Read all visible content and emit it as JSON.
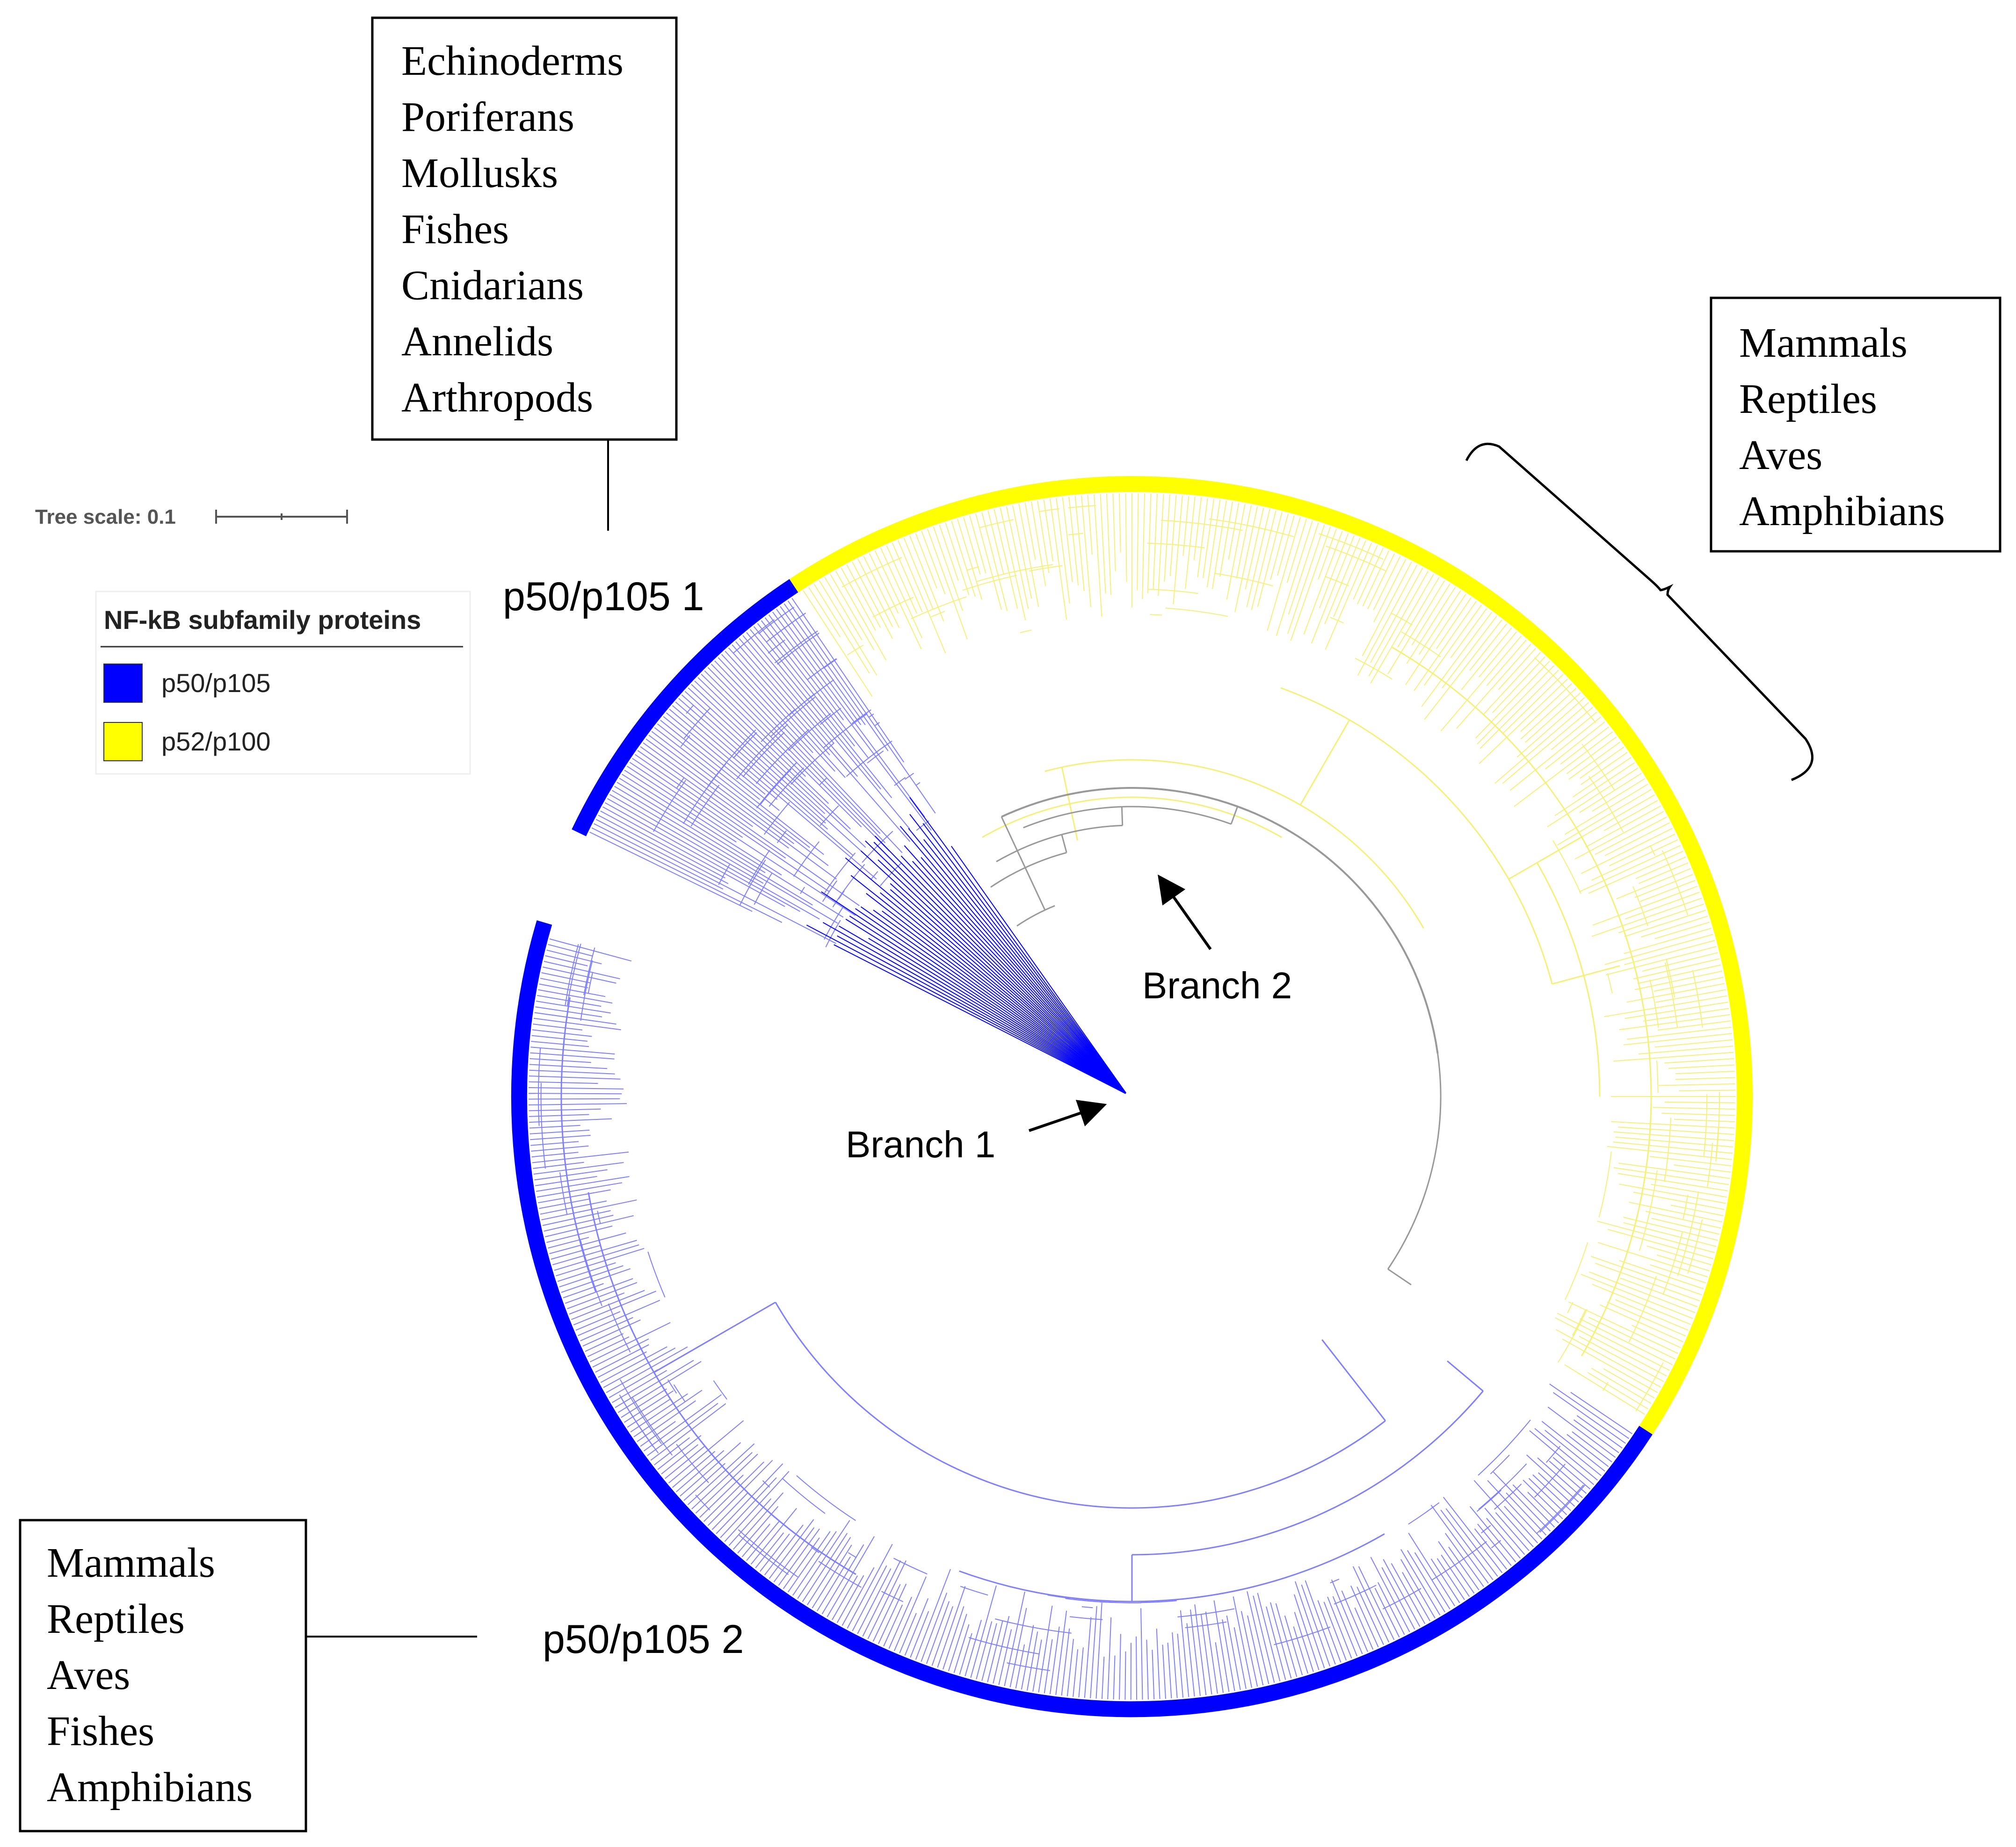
{
  "scale_bar": {
    "label": "Tree scale: 0.1"
  },
  "legend": {
    "title": "NF-kB subfamily proteins",
    "items": [
      {
        "label": "p50/p105",
        "color": "#0000ff"
      },
      {
        "label": "p52/p100",
        "color": "#ffff00"
      }
    ]
  },
  "clade_labels": {
    "p50_1": "p50/p105 1",
    "p50_2": "p50/p105 2"
  },
  "branch_labels": {
    "branch1": "Branch 1",
    "branch2": "Branch 2"
  },
  "taxa_boxes": {
    "top": [
      "Echinoderms",
      "Poriferans",
      "Mollusks",
      "Fishes",
      "Cnidarians",
      "Annelids",
      "Arthropods"
    ],
    "right": [
      "Mammals",
      "Reptiles",
      "Aves",
      "Amphibians"
    ],
    "bottom_left": [
      "Mammals",
      "Reptiles",
      "Aves",
      "Fishes",
      "Amphibians"
    ]
  },
  "colors": {
    "p50_ring": "#0000ff",
    "p50_branches": "#8080ff",
    "p52_ring": "#ffff00",
    "p52_branches": "#f5f07a",
    "backbone": "#999999"
  }
}
